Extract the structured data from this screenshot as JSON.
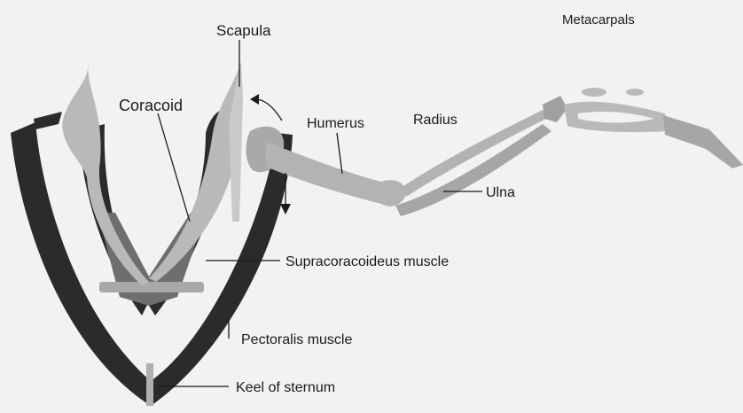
{
  "labels": {
    "scapula": "Scapula",
    "coracoid": "Coracoid",
    "humerus": "Humerus",
    "radius": "Radius",
    "ulna": "Ulna",
    "metacarpals": "Metacarpals",
    "supracoracoideus": "Supracoracoideus muscle",
    "pectoralis": "Pectoralis muscle",
    "keel": "Keel of sternum"
  },
  "colors": {
    "paper": "#f2f2f0",
    "dark_muscle": "#2b2b2b",
    "light_bone": "#b9b9b9",
    "mid_bone": "#8f8f8f",
    "ink": "#1a1a1a"
  }
}
